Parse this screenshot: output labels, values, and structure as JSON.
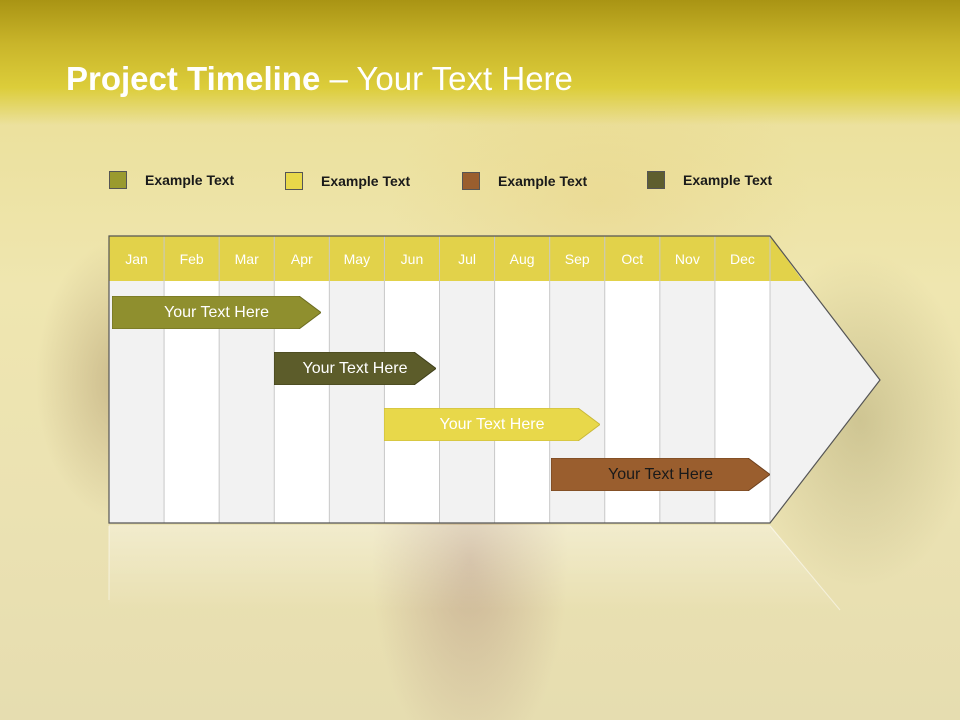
{
  "title": {
    "bold": "Project Timeline",
    "rest": " – Your Text Here"
  },
  "legend": [
    {
      "label": "Example Text",
      "color": "#9a9a2e"
    },
    {
      "label": "Example Text",
      "color": "#e8d84a"
    },
    {
      "label": "Example Text",
      "color": "#9a5e2e"
    },
    {
      "label": "Example Text",
      "color": "#5e5e2e"
    }
  ],
  "months": [
    "Jan",
    "Feb",
    "Mar",
    "Apr",
    "May",
    "Jun",
    "Jul",
    "Aug",
    "Sep",
    "Oct",
    "Nov",
    "Dec"
  ],
  "tasks": [
    {
      "label": "Your  Text Here",
      "color": "#8f8f2e",
      "text_color": "#ffffff"
    },
    {
      "label": "Your  Text Here",
      "color": "#5c5c2a",
      "text_color": "#ffffff"
    },
    {
      "label": "Your  Text Here",
      "color": "#e8d84a",
      "text_color": "#ffffff"
    },
    {
      "label": "Your  Text Here",
      "color": "#9a5e2e",
      "text_color": "#1a1a1a"
    }
  ],
  "colors": {
    "header": "#dccd3a",
    "month_row": "#e2d24a",
    "stripe_light": "#f2f2f2",
    "stripe_white": "#ffffff"
  }
}
